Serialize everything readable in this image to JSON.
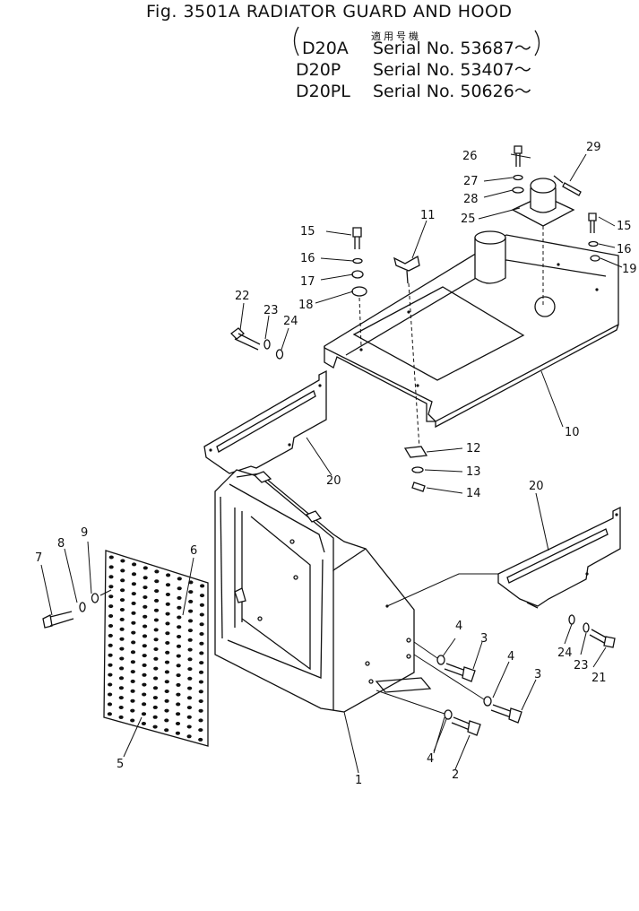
{
  "header": {
    "title": "Fig. 3501A  RADIATOR GUARD AND HOOD",
    "applicability_label": "適用号機",
    "rows": [
      {
        "model": "D20A",
        "serial": "Serial No. 53687～"
      },
      {
        "model": "D20P",
        "serial": "Serial No. 53407～"
      },
      {
        "model": "D20PL",
        "serial": "Serial No. 50626～"
      }
    ]
  },
  "callouts": {
    "p1": "1",
    "p2": "2",
    "p3a": "3",
    "p3b": "3",
    "p4a": "4",
    "p4b": "4",
    "p4c": "4",
    "p5": "5",
    "p6": "6",
    "p7": "7",
    "p8": "8",
    "p9": "9",
    "p10": "10",
    "p11": "11",
    "p12": "12",
    "p13": "13",
    "p14": "14",
    "p15a": "15",
    "p15b": "15",
    "p16a": "16",
    "p16b": "16",
    "p17": "17",
    "p18": "18",
    "p19": "19",
    "p20a": "20",
    "p20b": "20",
    "p21": "21",
    "p22": "22",
    "p23a": "23",
    "p23b": "23",
    "p24a": "24",
    "p24b": "24",
    "p25": "25",
    "p26": "26",
    "p27": "27",
    "p28": "28",
    "p29": "29"
  }
}
